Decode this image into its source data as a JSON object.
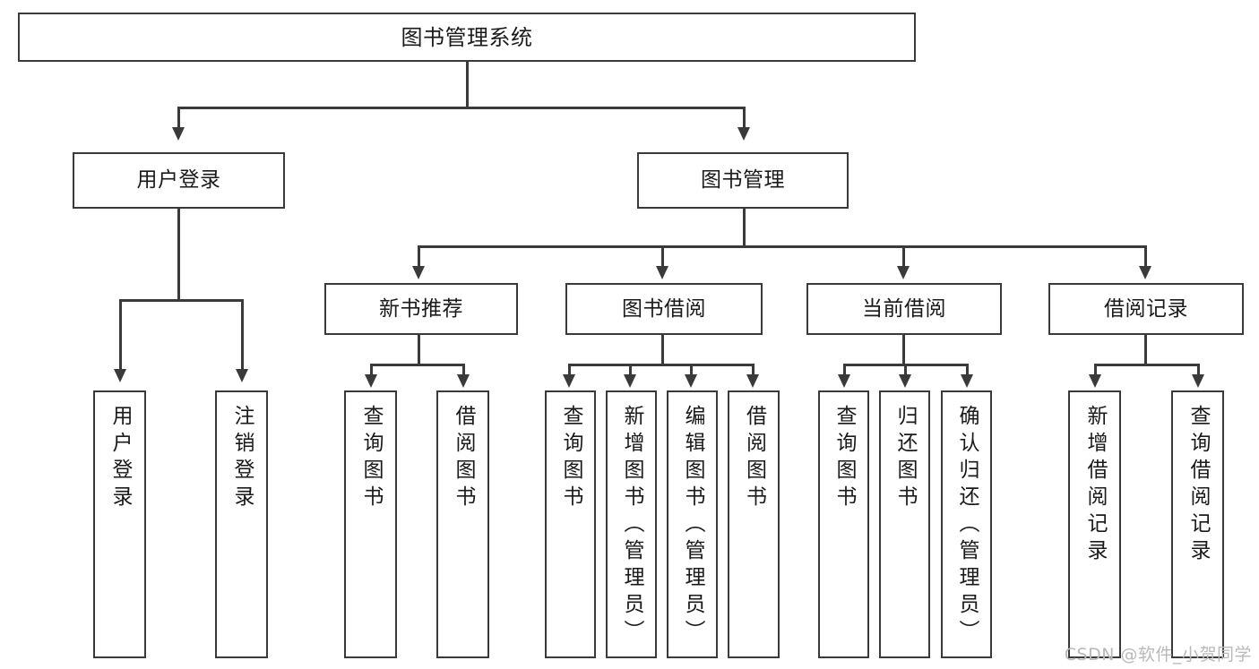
{
  "diagram": {
    "title": "图书管理系统",
    "type": "function-structure-tree",
    "orientation": "top-down",
    "line_color": "#3a3a3a",
    "box_fill": "#ffffff",
    "text_color": "#1a1a1a",
    "watermark": "CSDN @软件_小贺同学",
    "watermark_color": "#b9b9b9"
  },
  "nodes": {
    "root": {
      "label": "图书管理系统",
      "level": 1
    },
    "level2": [
      {
        "id": "user-login",
        "label": "用户登录",
        "level": 2
      },
      {
        "id": "book-manage",
        "label": "图书管理",
        "level": 2
      }
    ],
    "level3": [
      {
        "id": "new-book-recommend",
        "label": "新书推荐",
        "level": 3,
        "parent": "book-manage"
      },
      {
        "id": "book-borrow",
        "label": "图书借阅",
        "level": 3,
        "parent": "book-manage"
      },
      {
        "id": "current-borrow",
        "label": "当前借阅",
        "level": 3,
        "parent": "book-manage"
      },
      {
        "id": "borrow-record",
        "label": "借阅记录",
        "level": 3,
        "parent": "book-manage"
      }
    ],
    "leaves": [
      {
        "id": "leaf-user-login",
        "label": "用户登录",
        "parent": "user-login"
      },
      {
        "id": "leaf-user-logout",
        "label": "注销登录",
        "parent": "user-login"
      },
      {
        "id": "leaf-rec-query-book",
        "label": "查询图书",
        "parent": "new-book-recommend"
      },
      {
        "id": "leaf-rec-borrow-book",
        "label": "借阅图书",
        "parent": "new-book-recommend"
      },
      {
        "id": "leaf-bb-query-book",
        "label": "查询图书",
        "parent": "book-borrow"
      },
      {
        "id": "leaf-bb-add-book",
        "label": "新增图书（管理员）",
        "parent": "book-borrow"
      },
      {
        "id": "leaf-bb-edit-book",
        "label": "编辑图书（管理员）",
        "parent": "book-borrow"
      },
      {
        "id": "leaf-bb-borrow-book",
        "label": "借阅图书",
        "parent": "book-borrow"
      },
      {
        "id": "leaf-cb-query-book",
        "label": "查询图书",
        "parent": "current-borrow"
      },
      {
        "id": "leaf-cb-return-book",
        "label": "归还图书",
        "parent": "current-borrow"
      },
      {
        "id": "leaf-cb-confirm-return",
        "label": "确认归还（管理员）",
        "parent": "current-borrow"
      },
      {
        "id": "leaf-br-add-record",
        "label": "新增借阅记录",
        "parent": "borrow-record"
      },
      {
        "id": "leaf-br-query-record",
        "label": "查询借阅记录",
        "parent": "borrow-record"
      }
    ]
  }
}
